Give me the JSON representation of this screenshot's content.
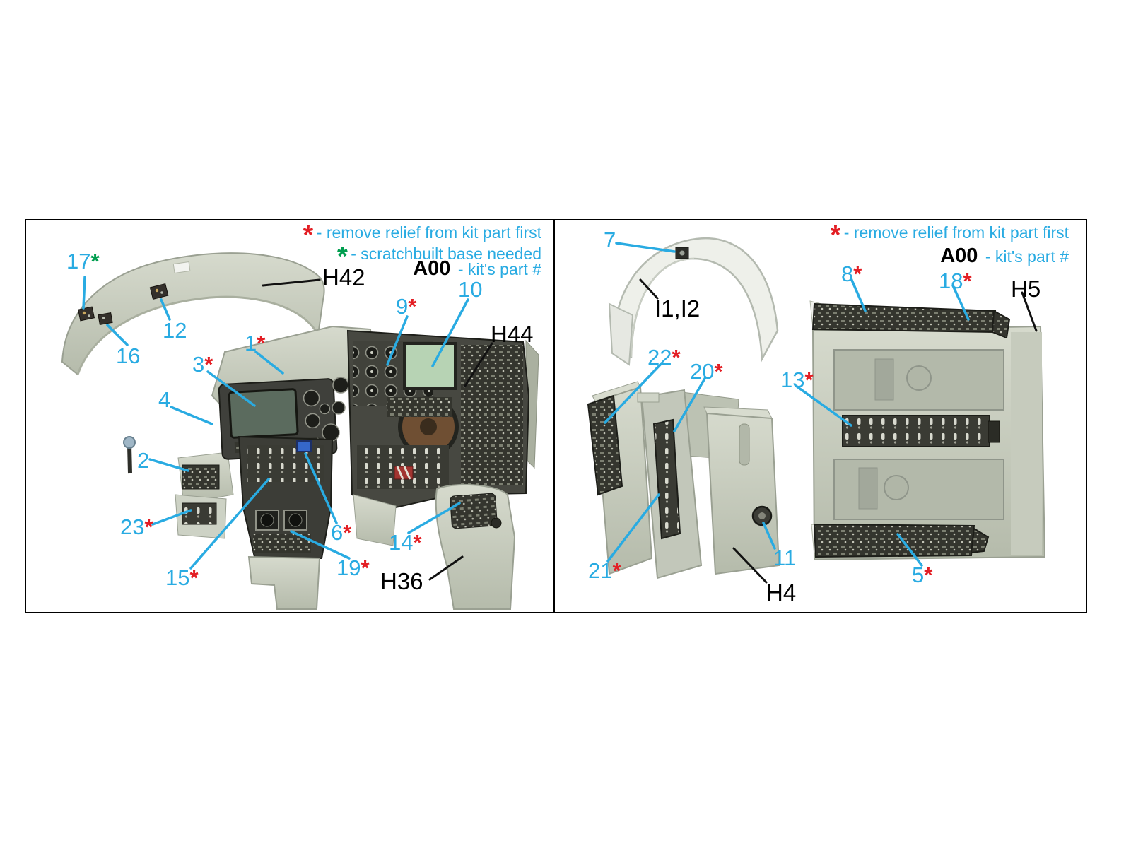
{
  "palette": {
    "callout_cyan": "#29ABE2",
    "asterisk_red": "#E31E24",
    "asterisk_green": "#009E4F",
    "label_black": "#000000",
    "plastic_gray": "#C9CEC1"
  },
  "left_panel": {
    "legend": {
      "star": "*",
      "remove_relief_text": "- remove relief from kit part first",
      "scratchbuilt_text": "- scratchbuilt base needed",
      "kit_part_code": "A00",
      "kit_part_text": "- kit's part #"
    },
    "callouts": {
      "n17": {
        "num": "17",
        "star": "*"
      },
      "n12": {
        "num": "12"
      },
      "n16": {
        "num": "16"
      },
      "n9": {
        "num": "9",
        "star": "*"
      },
      "n10": {
        "num": "10"
      },
      "n1": {
        "num": "1",
        "star": "*"
      },
      "n3": {
        "num": "3",
        "star": "*"
      },
      "n4": {
        "num": "4"
      },
      "n2": {
        "num": "2"
      },
      "n23": {
        "num": "23",
        "star": "*"
      },
      "n6": {
        "num": "6",
        "star": "*"
      },
      "n14": {
        "num": "14",
        "star": "*"
      },
      "n15": {
        "num": "15",
        "star": "*"
      },
      "n19": {
        "num": "19",
        "star": "*"
      }
    },
    "part_labels": {
      "h42": "H42",
      "h44": "H44",
      "h36": "H36"
    }
  },
  "right_panel": {
    "legend": {
      "star": "*",
      "remove_relief_text": "- remove relief from kit part first",
      "kit_part_code": "A00",
      "kit_part_text": "- kit's part #"
    },
    "callouts": {
      "n7": {
        "num": "7"
      },
      "n8": {
        "num": "8",
        "star": "*"
      },
      "n18": {
        "num": "18",
        "star": "*"
      },
      "n22": {
        "num": "22",
        "star": "*"
      },
      "n20": {
        "num": "20",
        "star": "*"
      },
      "n13": {
        "num": "13",
        "star": "*"
      },
      "n21": {
        "num": "21",
        "star": "*"
      },
      "n11": {
        "num": "11"
      },
      "n5": {
        "num": "5",
        "star": "*"
      }
    },
    "part_labels": {
      "i1i2": "I1,I2",
      "h5": "H5",
      "h4": "H4"
    }
  }
}
